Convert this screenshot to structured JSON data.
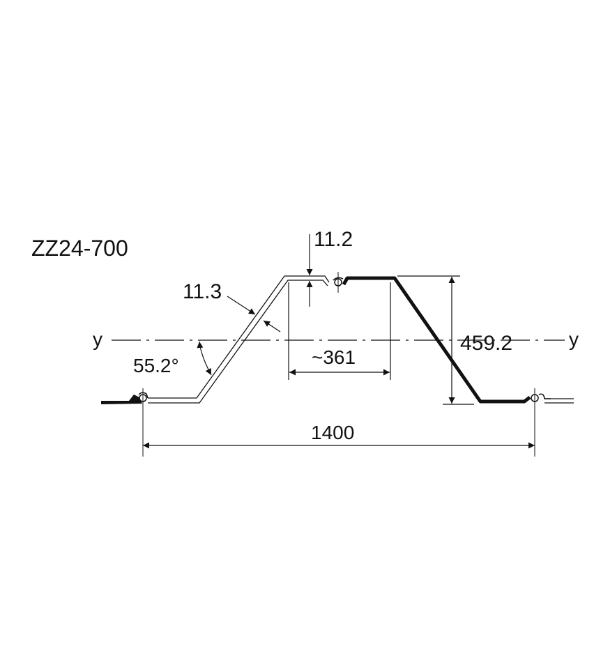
{
  "title": "ZZ24-700",
  "dimensions": {
    "width_total": "1400",
    "height": "459.2",
    "flange_width": "~361",
    "flange_thickness": "11.2",
    "web_thickness": "11.3",
    "web_angle": "55.2°"
  },
  "axis": {
    "left_label": "y",
    "right_label": "y"
  },
  "colors": {
    "line": "#111111",
    "background": "#ffffff"
  }
}
